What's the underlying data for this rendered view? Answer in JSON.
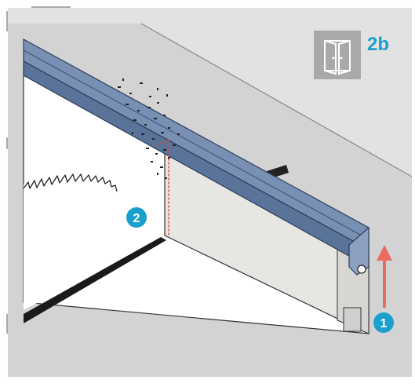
{
  "step_tag": "2b",
  "step_icon": "double-door-icon",
  "markers": [
    {
      "label": "1"
    },
    {
      "label": "2"
    }
  ],
  "colors": {
    "frame_background": "#e2e2e2",
    "panel_background": "#d6d6d6",
    "profile_blue": "#6f88ad",
    "profile_blue_dark": "#4f6688",
    "aluminium": "#e6e6e4",
    "badge_teal": "#1aa0cc",
    "tag_teal": "#1aa0cc",
    "arrow_red": "#e96b62",
    "cut_line_red": "#d9483b",
    "icon_box": "#a9a9a9"
  }
}
